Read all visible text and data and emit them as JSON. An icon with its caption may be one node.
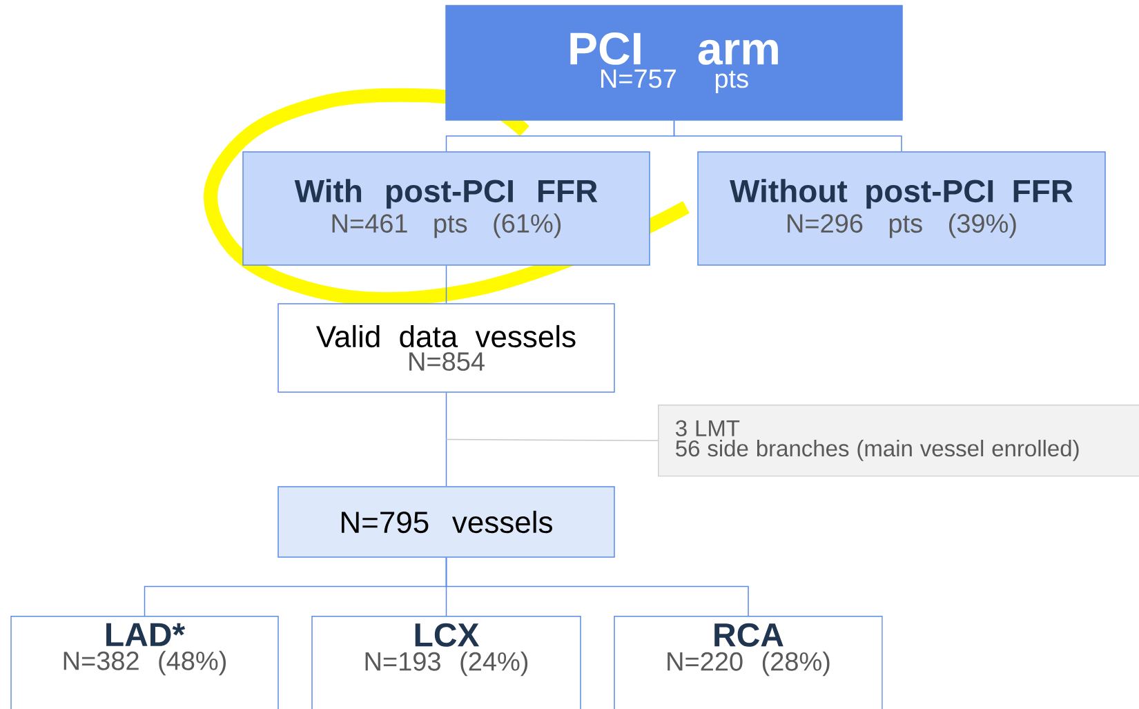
{
  "diagram": {
    "nodes": [
      {
        "text": [
          "PCI arm",
          "N=757 pts"
        ]
      },
      {
        "text": [
          "With post-PCI FFR",
          "N=461 pts (61%)"
        ]
      },
      {
        "text": [
          "Without post-PCI FFR",
          "N=296 pts (39%)"
        ]
      },
      {
        "text": [
          "Valid data vessels",
          "N=854"
        ]
      },
      {
        "text": [
          "3 LMT",
          "56 side branches (main vessel enrolled)"
        ]
      },
      {
        "text": [
          "N=795 vessels"
        ]
      },
      {
        "text": [
          "LAD*",
          "N=382 (48%)"
        ]
      },
      {
        "text": [
          "LCX",
          "N=193 (24%)"
        ]
      },
      {
        "text": [
          "RCA",
          "N=220 (28%)"
        ]
      }
    ],
    "edges": [
      {
        "from": 0,
        "to": 1,
        "arrow": "none"
      },
      {
        "from": 0,
        "to": 2,
        "arrow": "none"
      },
      {
        "from": 1,
        "to": 3,
        "arrow": "none"
      },
      {
        "from": 3,
        "to": 5,
        "arrow": "none"
      },
      {
        "from": 3,
        "to": 4,
        "arrow": "none",
        "color": "#c8c8c8"
      },
      {
        "from": 5,
        "to": 6,
        "arrow": "none"
      },
      {
        "from": 5,
        "to": 7,
        "arrow": "none"
      },
      {
        "from": 5,
        "to": 8,
        "arrow": "none"
      }
    ]
  }
}
